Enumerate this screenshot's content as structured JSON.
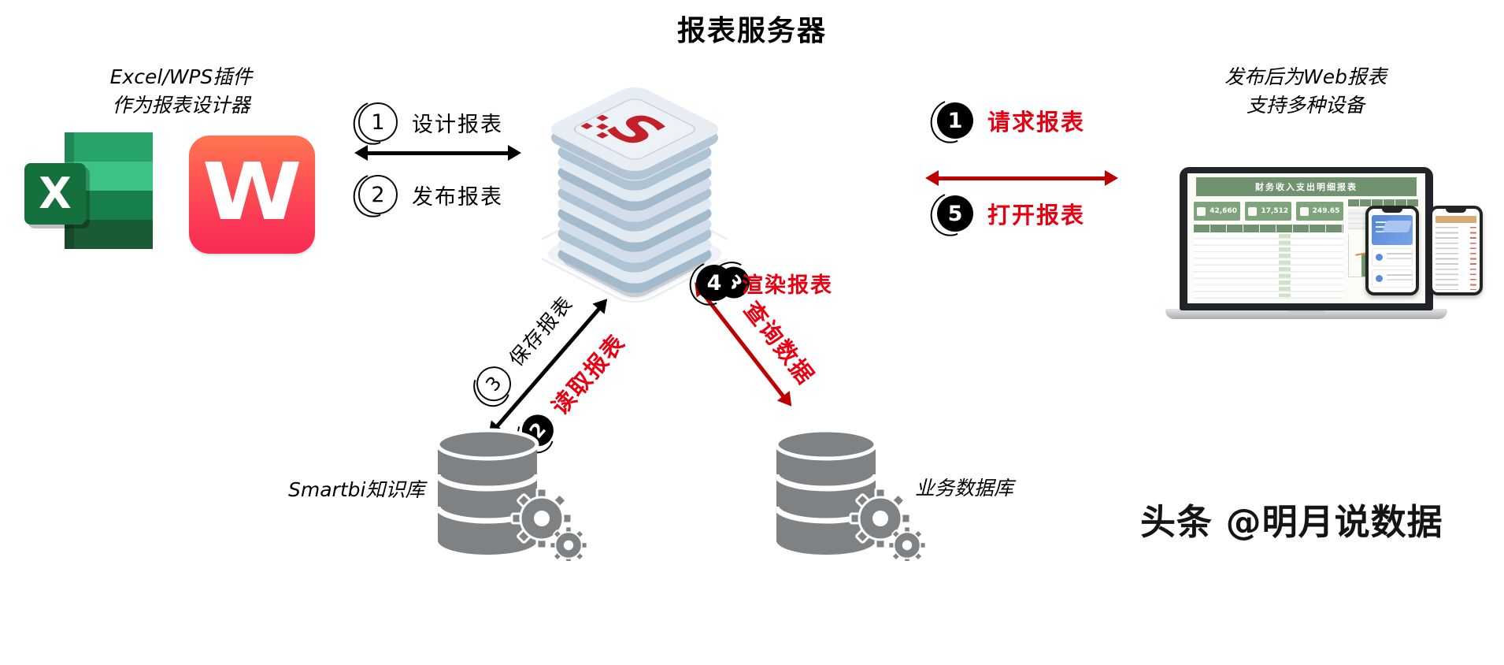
{
  "title": "报表服务器",
  "left_group": {
    "caption_line1": "Excel/WPS插件",
    "caption_line2": "作为报表设计器",
    "excel_letter": "X",
    "wps_letter": "W"
  },
  "left_flow": {
    "step1_num": "1",
    "step1_label": "设计报表",
    "step2_num": "2",
    "step2_label": "发布报表"
  },
  "server": {
    "logo_letter": "S",
    "render_num": "4",
    "render_label": "渲染报表"
  },
  "right_flow": {
    "step1_num": "1",
    "step1_label": "请求报表",
    "step5_num": "5",
    "step5_label": "打开报表"
  },
  "right_group": {
    "caption_line1": "发布后为Web报表",
    "caption_line2": "支持多种设备",
    "laptop": {
      "report_title": "财务收入支出明细报表",
      "kpi_values": [
        "42,660",
        "17,512",
        "249.65"
      ]
    }
  },
  "knowledge_flow": {
    "save_num": "3",
    "save_label": "保存报表",
    "read_num": "2",
    "read_label": "读取报表"
  },
  "data_flow": {
    "query_num": "3",
    "query_label": "查询数据"
  },
  "databases": {
    "knowledge_label": "Smartbi知识库",
    "business_label": "业务数据库"
  },
  "watermark": "头条 @明月说数据",
  "colors": {
    "accent_red": "#e60011",
    "arrow_red": "#bf0000",
    "arrow_black": "#000000",
    "excel_green": "#107c41",
    "wps_red": "#fb3a55",
    "server_blue": "#dce6ee",
    "db_gray": "#7f8284"
  }
}
